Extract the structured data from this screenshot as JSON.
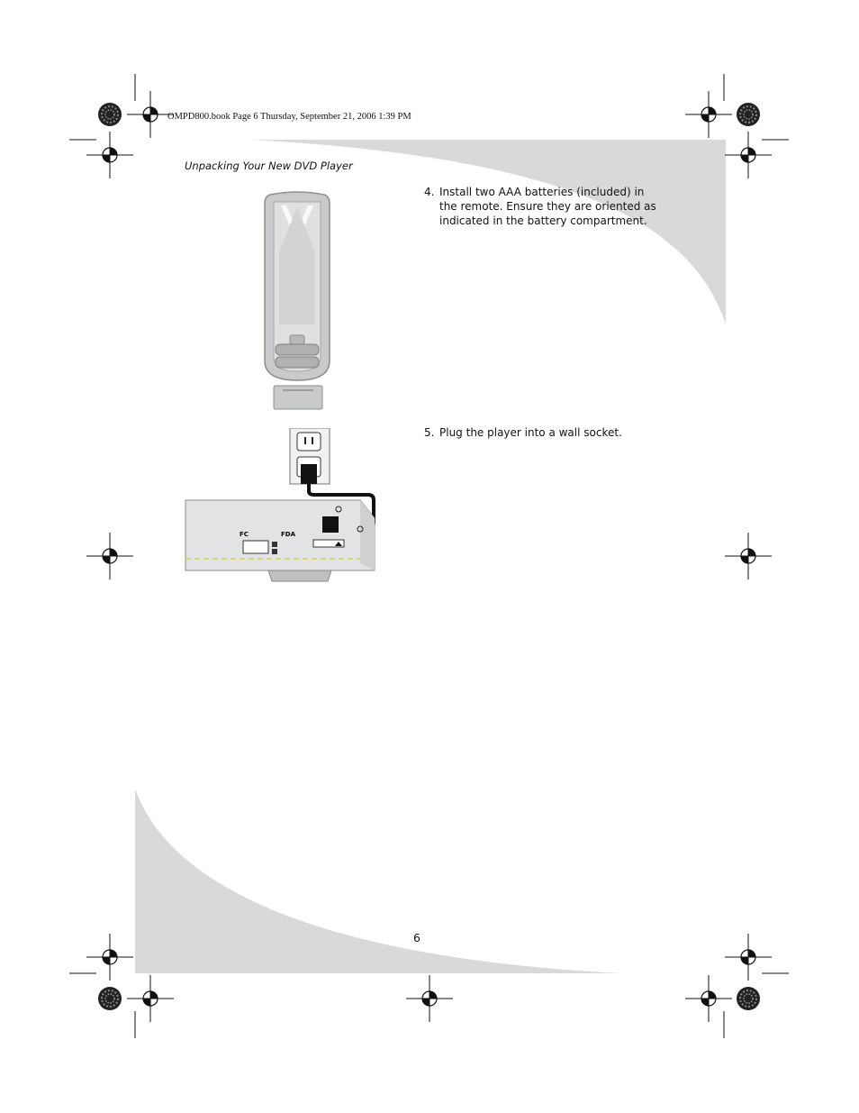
{
  "header_meta": "OMPD800.book  Page 6  Thursday, September 21, 2006  1:39 PM",
  "section_title": "Unpacking Your New DVD Player",
  "steps": [
    {
      "number": "4.",
      "lines": [
        "Install two AAA batteries (included) in",
        "the remote. Ensure they are oriented as",
        "indicated in the battery compartment."
      ]
    },
    {
      "number": "5.",
      "lines": [
        "Plug the player into a wall socket."
      ]
    }
  ],
  "page_number": "6",
  "colors": {
    "swoosh": "#d9d9db",
    "ink": "#111111",
    "remote_body": "#c9cacc",
    "player_body": "#e2e3e5"
  },
  "icons": [
    "registration-mark-icon",
    "starburst-icon",
    "fcc-logo",
    "fda-logo",
    "warning-triangle-icon"
  ]
}
